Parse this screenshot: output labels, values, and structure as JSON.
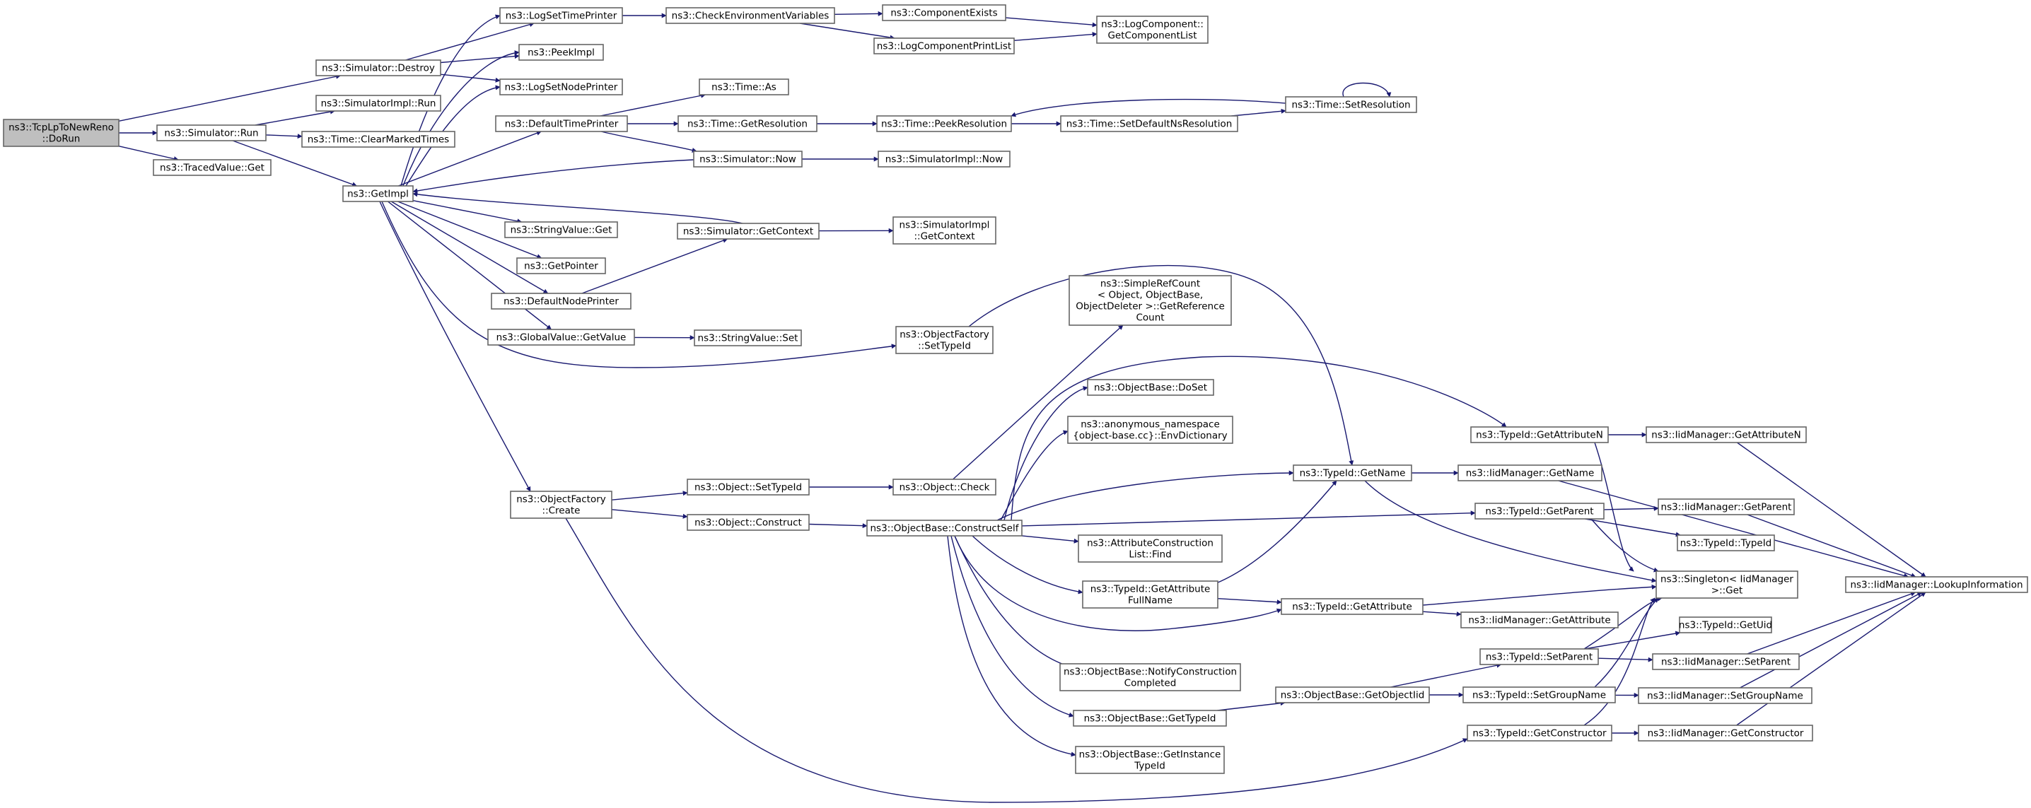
{
  "graph": {
    "title": "",
    "colors": {
      "edge": "#191970",
      "node_border": "#666666",
      "root_fill": "#bfbfbf",
      "node_fill": "#ffffff"
    },
    "nodes": [
      {
        "id": "root",
        "lines": [
          "ns3::TcpLpToNewReno",
          "::DoRun"
        ],
        "root": true
      },
      {
        "id": "simRun",
        "lines": [
          "ns3::Simulator::Run"
        ]
      },
      {
        "id": "tracedGet",
        "lines": [
          "ns3::TracedValue::Get"
        ]
      },
      {
        "id": "simDestroy",
        "lines": [
          "ns3::Simulator::Destroy"
        ]
      },
      {
        "id": "simImplRun",
        "lines": [
          "ns3::SimulatorImpl::Run"
        ]
      },
      {
        "id": "clearMarked",
        "lines": [
          "ns3::Time::ClearMarkedTimes"
        ]
      },
      {
        "id": "getImpl",
        "lines": [
          "ns3::GetImpl"
        ]
      },
      {
        "id": "logSetTime",
        "lines": [
          "ns3::LogSetTimePrinter"
        ]
      },
      {
        "id": "peekImpl",
        "lines": [
          "ns3::PeekImpl"
        ]
      },
      {
        "id": "logSetNode",
        "lines": [
          "ns3::LogSetNodePrinter"
        ]
      },
      {
        "id": "defTimePrinter",
        "lines": [
          "ns3::DefaultTimePrinter"
        ]
      },
      {
        "id": "strValGet",
        "lines": [
          "ns3::StringValue::Get"
        ]
      },
      {
        "id": "getPointer",
        "lines": [
          "ns3::GetPointer"
        ]
      },
      {
        "id": "defNodePrinter",
        "lines": [
          "ns3::DefaultNodePrinter"
        ]
      },
      {
        "id": "globalGetValue",
        "lines": [
          "ns3::GlobalValue::GetValue"
        ]
      },
      {
        "id": "objFactCreate",
        "lines": [
          "ns3::ObjectFactory",
          "::Create"
        ]
      },
      {
        "id": "checkEnv",
        "lines": [
          "ns3::CheckEnvironmentVariables"
        ]
      },
      {
        "id": "timeAs",
        "lines": [
          "ns3::Time::As"
        ]
      },
      {
        "id": "timeGetRes",
        "lines": [
          "ns3::Time::GetResolution"
        ]
      },
      {
        "id": "simNow",
        "lines": [
          "ns3::Simulator::Now"
        ]
      },
      {
        "id": "simGetContext",
        "lines": [
          "ns3::Simulator::GetContext"
        ]
      },
      {
        "id": "strValSet",
        "lines": [
          "ns3::StringValue::Set"
        ]
      },
      {
        "id": "objSetTypeId",
        "lines": [
          "ns3::Object::SetTypeId"
        ]
      },
      {
        "id": "objConstruct",
        "lines": [
          "ns3::Object::Construct"
        ]
      },
      {
        "id": "compExists",
        "lines": [
          "ns3::ComponentExists"
        ]
      },
      {
        "id": "logCompPrint",
        "lines": [
          "ns3::LogComponentPrintList"
        ]
      },
      {
        "id": "timePeekRes",
        "lines": [
          "ns3::Time::PeekResolution"
        ]
      },
      {
        "id": "simImplNow",
        "lines": [
          "ns3::SimulatorImpl::Now"
        ]
      },
      {
        "id": "simImplGetContext",
        "lines": [
          "ns3::SimulatorImpl",
          "::GetContext"
        ]
      },
      {
        "id": "objFactSetTypeId",
        "lines": [
          "ns3::ObjectFactory",
          "::SetTypeId"
        ]
      },
      {
        "id": "objCheck",
        "lines": [
          "ns3::Object::Check"
        ]
      },
      {
        "id": "objBaseConstructSelf",
        "lines": [
          "ns3::ObjectBase::ConstructSelf"
        ]
      },
      {
        "id": "logCompGetList",
        "lines": [
          "ns3::LogComponent::",
          "GetComponentList"
        ]
      },
      {
        "id": "setDefNsRes",
        "lines": [
          "ns3::Time::SetDefaultNsResolution"
        ]
      },
      {
        "id": "timeSetRes",
        "lines": [
          "ns3::Time::SetResolution"
        ]
      },
      {
        "id": "simpleRefCount",
        "lines": [
          "ns3::SimpleRefCount",
          "< Object, ObjectBase,",
          "ObjectDeleter >::GetReference",
          "Count"
        ]
      },
      {
        "id": "objBaseDoSet",
        "lines": [
          "ns3::ObjectBase::DoSet"
        ]
      },
      {
        "id": "envDictionary",
        "lines": [
          "ns3::anonymous_namespace",
          "{object-base.cc}::EnvDictionary"
        ]
      },
      {
        "id": "attrConstrFind",
        "lines": [
          "ns3::AttributeConstruction",
          "List::Find"
        ]
      },
      {
        "id": "typeIdGetAttrFullName",
        "lines": [
          "ns3::TypeId::GetAttribute",
          "FullName"
        ]
      },
      {
        "id": "notifyConstr",
        "lines": [
          "ns3::ObjectBase::NotifyConstruction",
          "Completed"
        ]
      },
      {
        "id": "objBaseGetTypeId",
        "lines": [
          "ns3::ObjectBase::GetTypeId"
        ]
      },
      {
        "id": "objBaseGetInstTypeId",
        "lines": [
          "ns3::ObjectBase::GetInstance",
          "TypeId"
        ]
      },
      {
        "id": "typeIdGetName",
        "lines": [
          "ns3::TypeId::GetName"
        ]
      },
      {
        "id": "typeIdGetAttribute",
        "lines": [
          "ns3::TypeId::GetAttribute"
        ]
      },
      {
        "id": "objBaseGetObjectIid",
        "lines": [
          "ns3::ObjectBase::GetObjectIid"
        ]
      },
      {
        "id": "typeIdGetAttrN",
        "lines": [
          "ns3::TypeId::GetAttributeN"
        ]
      },
      {
        "id": "iidGetName",
        "lines": [
          "ns3::IidManager::GetName"
        ]
      },
      {
        "id": "typeIdGetParent",
        "lines": [
          "ns3::TypeId::GetParent"
        ]
      },
      {
        "id": "iidGetAttribute",
        "lines": [
          "ns3::IidManager::GetAttribute"
        ]
      },
      {
        "id": "typeIdSetParent",
        "lines": [
          "ns3::TypeId::SetParent"
        ]
      },
      {
        "id": "typeIdSetGroupName",
        "lines": [
          "ns3::TypeId::SetGroupName"
        ]
      },
      {
        "id": "typeIdGetConstructor",
        "lines": [
          "ns3::TypeId::GetConstructor"
        ]
      },
      {
        "id": "iidGetAttrN",
        "lines": [
          "ns3::IidManager::GetAttributeN"
        ]
      },
      {
        "id": "iidGetParent",
        "lines": [
          "ns3::IidManager::GetParent"
        ]
      },
      {
        "id": "typeIdTypeId",
        "lines": [
          "ns3::TypeId::TypeId"
        ]
      },
      {
        "id": "singletonGet",
        "lines": [
          "ns3::Singleton< IidManager",
          ">::Get"
        ]
      },
      {
        "id": "typeIdGetUid",
        "lines": [
          "ns3::TypeId::GetUid"
        ]
      },
      {
        "id": "iidSetParent",
        "lines": [
          "ns3::IidManager::SetParent"
        ]
      },
      {
        "id": "iidSetGroupName",
        "lines": [
          "ns3::IidManager::SetGroupName"
        ]
      },
      {
        "id": "iidGetConstructor",
        "lines": [
          "ns3::IidManager::GetConstructor"
        ]
      },
      {
        "id": "iidLookupInfo",
        "lines": [
          "ns3::IidManager::LookupInformation"
        ]
      }
    ],
    "edges": [
      [
        "root",
        "simDestroy"
      ],
      [
        "root",
        "simRun"
      ],
      [
        "root",
        "tracedGet"
      ],
      [
        "simDestroy",
        "logSetTime"
      ],
      [
        "simDestroy",
        "peekImpl"
      ],
      [
        "simDestroy",
        "logSetNode"
      ],
      [
        "simRun",
        "simImplRun"
      ],
      [
        "simRun",
        "clearMarked"
      ],
      [
        "simRun",
        "getImpl"
      ],
      [
        "getImpl",
        "logSetTime"
      ],
      [
        "getImpl",
        "peekImpl"
      ],
      [
        "getImpl",
        "logSetNode"
      ],
      [
        "getImpl",
        "defTimePrinter"
      ],
      [
        "getImpl",
        "strValGet"
      ],
      [
        "getImpl",
        "getPointer"
      ],
      [
        "getImpl",
        "defNodePrinter"
      ],
      [
        "getImpl",
        "globalGetValue"
      ],
      [
        "getImpl",
        "objFactCreate"
      ],
      [
        "getImpl",
        "objFactSetTypeId"
      ],
      [
        "simNow",
        "getImpl"
      ],
      [
        "simGetContext",
        "getImpl"
      ],
      [
        "logSetTime",
        "checkEnv"
      ],
      [
        "checkEnv",
        "compExists"
      ],
      [
        "checkEnv",
        "logCompPrint"
      ],
      [
        "compExists",
        "logCompGetList"
      ],
      [
        "logCompPrint",
        "logCompGetList"
      ],
      [
        "defTimePrinter",
        "timeAs"
      ],
      [
        "defTimePrinter",
        "timeGetRes"
      ],
      [
        "defTimePrinter",
        "simNow"
      ],
      [
        "timeGetRes",
        "timePeekRes"
      ],
      [
        "timePeekRes",
        "setDefNsRes"
      ],
      [
        "setDefNsRes",
        "timeSetRes"
      ],
      [
        "timeSetRes",
        "timePeekRes"
      ],
      [
        "timeSetRes",
        "timeSetRes"
      ],
      [
        "simNow",
        "simImplNow"
      ],
      [
        "defNodePrinter",
        "simGetContext"
      ],
      [
        "simGetContext",
        "simImplGetContext"
      ],
      [
        "globalGetValue",
        "strValSet"
      ],
      [
        "objFactCreate",
        "objSetTypeId"
      ],
      [
        "objFactCreate",
        "objConstruct"
      ],
      [
        "objFactCreate",
        "typeIdGetConstructor"
      ],
      [
        "objSetTypeId",
        "objCheck"
      ],
      [
        "objConstruct",
        "objBaseConstructSelf"
      ],
      [
        "objCheck",
        "simpleRefCount"
      ],
      [
        "objFactSetTypeId",
        "typeIdGetName"
      ],
      [
        "objBaseConstructSelf",
        "typeIdGetAttrN"
      ],
      [
        "objBaseConstructSelf",
        "objBaseDoSet"
      ],
      [
        "objBaseConstructSelf",
        "envDictionary"
      ],
      [
        "objBaseConstructSelf",
        "typeIdGetName"
      ],
      [
        "objBaseConstructSelf",
        "typeIdGetParent"
      ],
      [
        "objBaseConstructSelf",
        "attrConstrFind"
      ],
      [
        "objBaseConstructSelf",
        "typeIdGetAttrFullName"
      ],
      [
        "objBaseConstructSelf",
        "typeIdGetAttribute"
      ],
      [
        "objBaseConstructSelf",
        "notifyConstr"
      ],
      [
        "objBaseConstructSelf",
        "objBaseGetTypeId"
      ],
      [
        "objBaseConstructSelf",
        "objBaseGetInstTypeId"
      ],
      [
        "typeIdGetAttrFullName",
        "typeIdGetName"
      ],
      [
        "typeIdGetAttrFullName",
        "typeIdGetAttribute"
      ],
      [
        "objBaseGetTypeId",
        "objBaseGetObjectIid"
      ],
      [
        "objBaseGetObjectIid",
        "typeIdSetParent"
      ],
      [
        "objBaseGetObjectIid",
        "typeIdSetGroupName"
      ],
      [
        "typeIdGetAttrN",
        "iidGetAttrN"
      ],
      [
        "typeIdGetAttrN",
        "singletonGet"
      ],
      [
        "typeIdGetName",
        "iidGetName"
      ],
      [
        "typeIdGetName",
        "singletonGet"
      ],
      [
        "typeIdGetParent",
        "iidGetParent"
      ],
      [
        "typeIdGetParent",
        "typeIdTypeId"
      ],
      [
        "typeIdGetParent",
        "singletonGet"
      ],
      [
        "typeIdGetAttribute",
        "iidGetAttribute"
      ],
      [
        "typeIdGetAttribute",
        "singletonGet"
      ],
      [
        "typeIdSetParent",
        "typeIdGetUid"
      ],
      [
        "typeIdSetParent",
        "iidSetParent"
      ],
      [
        "typeIdSetParent",
        "singletonGet"
      ],
      [
        "typeIdSetGroupName",
        "iidSetGroupName"
      ],
      [
        "typeIdSetGroupName",
        "singletonGet"
      ],
      [
        "typeIdGetConstructor",
        "iidGetConstructor"
      ],
      [
        "typeIdGetConstructor",
        "singletonGet"
      ],
      [
        "iidGetAttrN",
        "iidLookupInfo"
      ],
      [
        "iidGetName",
        "iidLookupInfo"
      ],
      [
        "iidGetParent",
        "iidLookupInfo"
      ],
      [
        "iidSetParent",
        "iidLookupInfo"
      ],
      [
        "iidSetGroupName",
        "iidLookupInfo"
      ],
      [
        "iidGetConstructor",
        "iidLookupInfo"
      ]
    ]
  }
}
